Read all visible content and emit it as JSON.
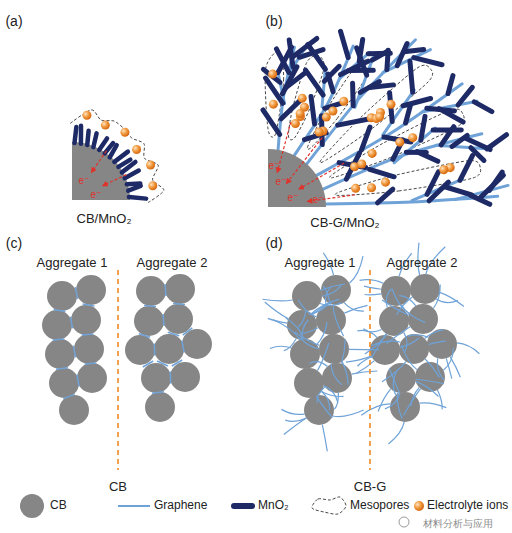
{
  "diagram": {
    "labels": [
      "(a)",
      "(b)",
      "CB/MnO₂",
      "CB-G/MnO₂",
      "e⁻",
      "e⁻",
      "e⁻",
      "e⁻",
      "e⁻",
      "e⁻",
      "(c)",
      "Aggregate 1",
      "Aggregate 2",
      "(d)",
      "Aggregate 1",
      "Aggregate 2",
      "CB",
      "CB-G",
      "材料分析与应用"
    ],
    "legend": [
      {
        "text": "CB"
      },
      {
        "text": "Graphene"
      },
      {
        "text": "MnO₂"
      },
      {
        "text": "Mesopores"
      },
      {
        "text": "Electrolyte ions"
      }
    ]
  }
}
